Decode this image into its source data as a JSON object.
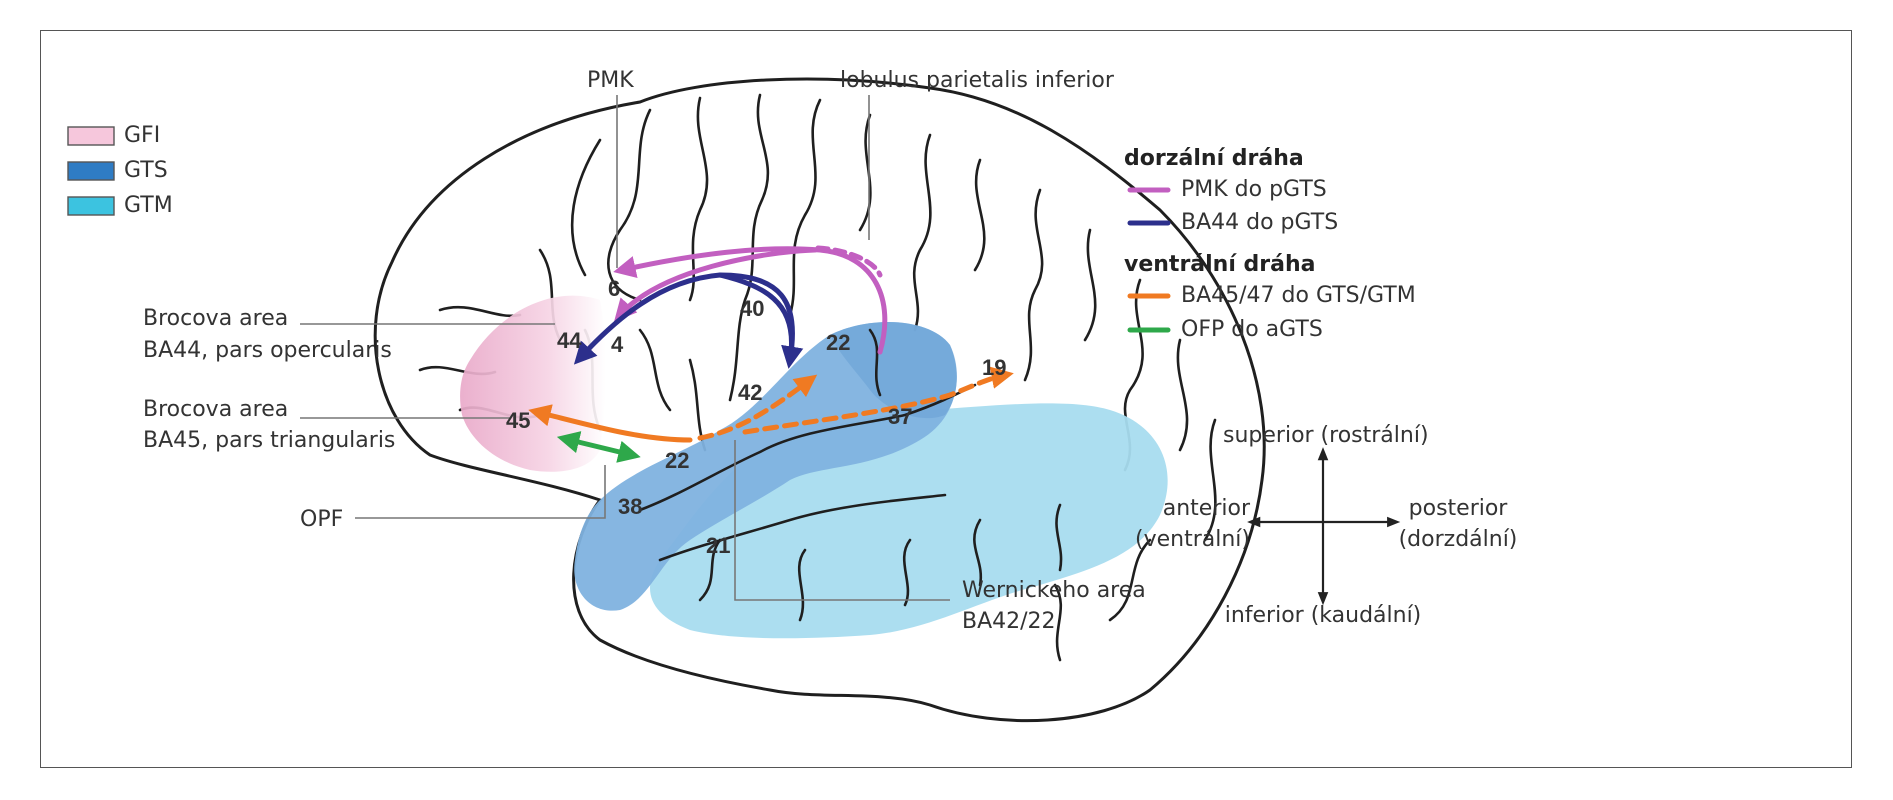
{
  "legend_regions": [
    {
      "label": "GFI",
      "color": "#f6c7dc"
    },
    {
      "label": "GTS",
      "color": "#2f7cc4"
    },
    {
      "label": "GTM",
      "color": "#3cc3e0"
    }
  ],
  "pathways": {
    "dorsal": {
      "heading": "dorzální dráha",
      "items": [
        {
          "label": "PMK do pGTS",
          "color": "#c25fc0"
        },
        {
          "label": "BA44 do pGTS",
          "color": "#2c2f8c"
        }
      ]
    },
    "ventral": {
      "heading": "ventrální dráha",
      "items": [
        {
          "label": "BA45/47 do GTS/GTM",
          "color": "#f07a22"
        },
        {
          "label": "OFP do aGTS",
          "color": "#2ea84a"
        }
      ]
    }
  },
  "callouts": {
    "pmk": "PMK",
    "lobulus": "lobulus parietalis inferior",
    "broca44_line1": "Brocova area",
    "broca44_line2": "BA44, pars opercularis",
    "broca45_line1": "Brocova area",
    "broca45_line2": "BA45, pars triangularis",
    "opf": "OPF",
    "wernicke_line1": "Wernickeho area",
    "wernicke_line2": "BA42/22"
  },
  "areas": [
    "6",
    "4",
    "40",
    "44",
    "22",
    "42",
    "45",
    "19",
    "37",
    "22",
    "38",
    "21"
  ],
  "orientation": {
    "superior": "superior (rostrální)",
    "inferior": "inferior (kaudální)",
    "anterior_line1": "anterior",
    "anterior_line2": "(ventrální)",
    "posterior_line1": "posterior",
    "posterior_line2": "(dorzdální)"
  }
}
